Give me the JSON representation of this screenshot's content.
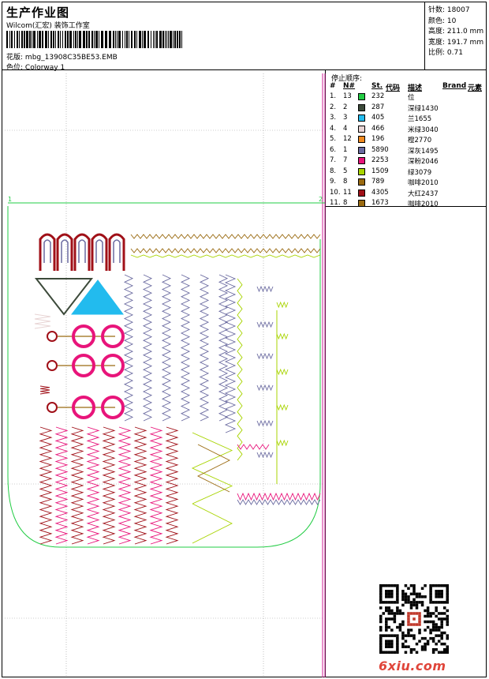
{
  "header": {
    "title": "生产作业图",
    "company": "Wilcom(汇宏) 装饰工作室",
    "design_label": "花版:",
    "design_file": "mbg_13908C35BE53.EMB",
    "color_label": "色位:",
    "colorway": "Colorway 1"
  },
  "specs": [
    {
      "label": "针数:",
      "value": "18007"
    },
    {
      "label": "颜色:",
      "value": "10"
    },
    {
      "label": "高度:",
      "value": "211.0 mm"
    },
    {
      "label": "宽度:",
      "value": "191.7 mm"
    },
    {
      "label": "比例:",
      "value": "0.71"
    }
  ],
  "sequence": {
    "title": "停止顺序:",
    "headers": {
      "index": "#",
      "needle": "N#",
      "st": "St.",
      "code": "代码",
      "desc": "描述",
      "brand": "Brand",
      "element": "元素"
    },
    "rows": [
      {
        "index": "1.",
        "needle": "13",
        "color": "#22cc44",
        "st": "232",
        "desc": "位"
      },
      {
        "index": "2.",
        "needle": "2",
        "color": "#3c4a3a",
        "st": "287",
        "desc": "深绿1430"
      },
      {
        "index": "3.",
        "needle": "3",
        "color": "#22bbee",
        "st": "405",
        "desc": "兰1655"
      },
      {
        "index": "4.",
        "needle": "4",
        "color": "#e8d4d4",
        "st": "466",
        "desc": "米绿3040"
      },
      {
        "index": "5.",
        "needle": "12",
        "color": "#f08a20",
        "st": "196",
        "desc": "橙2770"
      },
      {
        "index": "6.",
        "needle": "1",
        "color": "#6a6aa0",
        "st": "5890",
        "desc": "深灰1495"
      },
      {
        "index": "7.",
        "needle": "7",
        "color": "#e8147a",
        "st": "2253",
        "desc": "深粉2046"
      },
      {
        "index": "8.",
        "needle": "5",
        "color": "#a8d400",
        "st": "1509",
        "desc": "绿3079"
      },
      {
        "index": "9.",
        "needle": "8",
        "color": "#9a6a10",
        "st": "789",
        "desc": "咖啡2010"
      },
      {
        "index": "10.",
        "needle": "11",
        "color": "#a01018",
        "st": "4305",
        "desc": "大红2437"
      },
      {
        "index": "11.",
        "needle": "8",
        "color": "#9a6a10",
        "st": "1673",
        "desc": "咖啡2010"
      }
    ]
  },
  "canvas": {
    "marker_left": "1",
    "marker_right": "2"
  },
  "watermark": "6xiu.com"
}
